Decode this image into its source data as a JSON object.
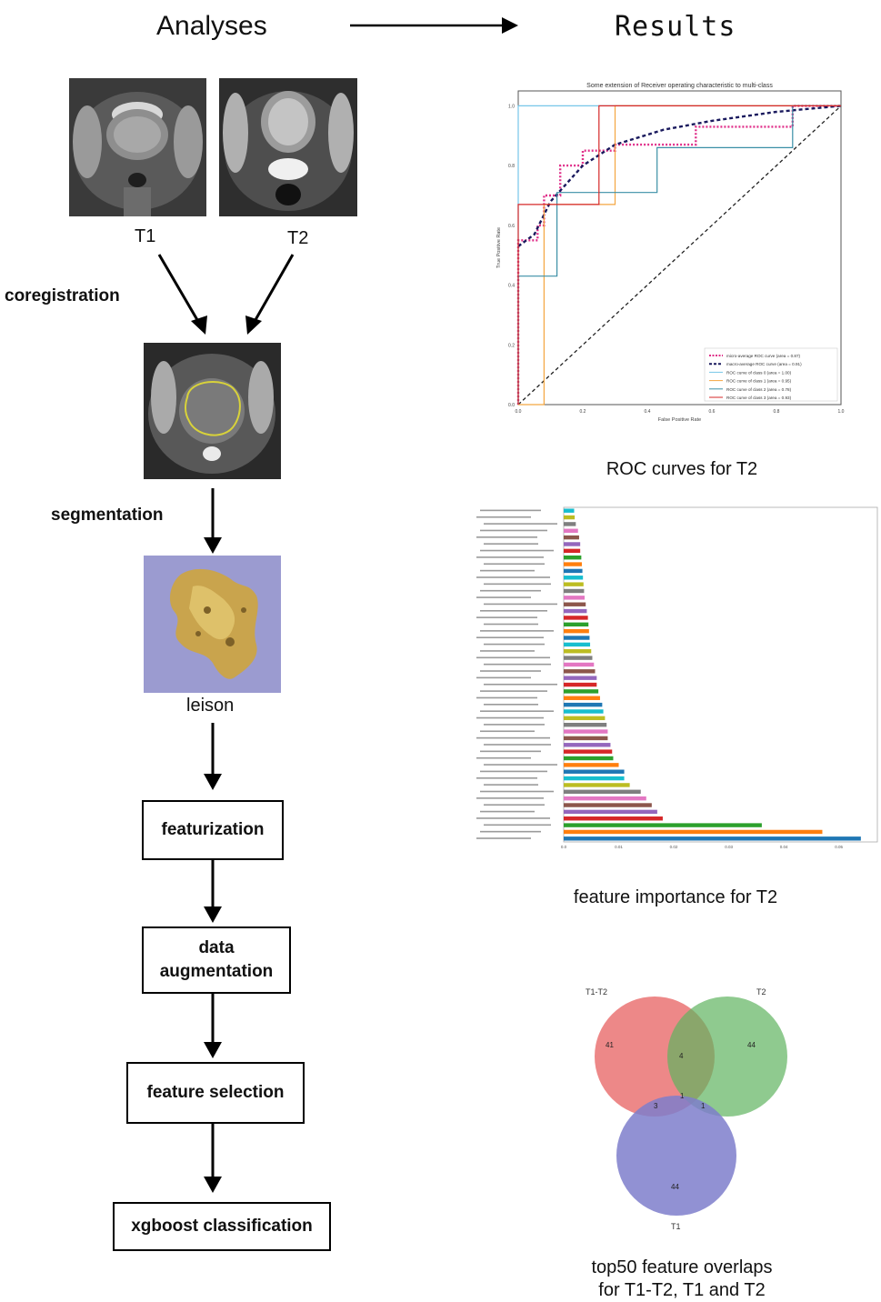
{
  "header": {
    "left": "Analyses",
    "right": "Results"
  },
  "pipeline": {
    "t1_label": "T1",
    "t2_label": "T2",
    "coregistration": "coregistration",
    "segmentation": "segmentation",
    "lesion_label": "leison",
    "featurization": "featurization",
    "augmentation_line1": "data",
    "augmentation_line2": "augmentation",
    "feature_selection": "feature selection",
    "classification": "xgboost classification"
  },
  "captions": {
    "roc": "ROC curves for T2",
    "importance": "feature importance for T2",
    "venn_line1": "top50 feature overlaps",
    "venn_line2": "for T1-T2, T1 and T2"
  },
  "colors": {
    "micro": "#e0308a",
    "macro": "#1a1a5e",
    "class0": "#76c6e8",
    "class1": "#f4a640",
    "class2": "#3a8fa6",
    "class3": "#d62828",
    "venn_t1t2": "#e96a6a",
    "venn_t2": "#5fb35f",
    "venn_t1": "#7e7ecb"
  },
  "chart_data": [
    {
      "type": "line",
      "title": "Some extension of Receiver operating characteristic to multi-class",
      "xlabel": "False Positive Rate",
      "ylabel": "True Positive Rate",
      "xlim": [
        0,
        1.0
      ],
      "ylim": [
        0,
        1.05
      ],
      "xticks": [
        "0.0",
        "0.2",
        "0.4",
        "0.6",
        "0.8",
        "1.0"
      ],
      "yticks": [
        "0.0",
        "0.2",
        "0.4",
        "0.6",
        "0.8",
        "1.0"
      ],
      "legend_position": "lower right",
      "series": [
        {
          "name": "micro-average ROC curve (area = 0.87)",
          "style": "dotted",
          "color": "#e0308a",
          "points": [
            [
              0,
              0
            ],
            [
              0,
              0.55
            ],
            [
              0.06,
              0.55
            ],
            [
              0.06,
              0.6
            ],
            [
              0.08,
              0.6
            ],
            [
              0.08,
              0.7
            ],
            [
              0.13,
              0.7
            ],
            [
              0.13,
              0.8
            ],
            [
              0.2,
              0.8
            ],
            [
              0.2,
              0.85
            ],
            [
              0.3,
              0.85
            ],
            [
              0.3,
              0.87
            ],
            [
              0.55,
              0.87
            ],
            [
              0.55,
              0.93
            ],
            [
              0.85,
              0.93
            ],
            [
              0.85,
              1.0
            ],
            [
              1,
              1
            ]
          ]
        },
        {
          "name": "macro-average ROC curve (area = 0.91)",
          "style": "dashed",
          "color": "#1a1a5e",
          "points": [
            [
              0,
              0.53
            ],
            [
              0.05,
              0.57
            ],
            [
              0.1,
              0.68
            ],
            [
              0.2,
              0.8
            ],
            [
              0.3,
              0.87
            ],
            [
              0.45,
              0.92
            ],
            [
              0.6,
              0.95
            ],
            [
              0.8,
              0.98
            ],
            [
              1,
              1
            ]
          ]
        },
        {
          "name": "ROC curve of class 0 (area = 1.00)",
          "style": "solid",
          "color": "#76c6e8",
          "points": [
            [
              0,
              0
            ],
            [
              0,
              1.0
            ],
            [
              1,
              1.0
            ]
          ]
        },
        {
          "name": "ROC curve of class 1 (area = 0.95)",
          "style": "solid",
          "color": "#f4a640",
          "points": [
            [
              0,
              0
            ],
            [
              0.08,
              0
            ],
            [
              0.08,
              0.67
            ],
            [
              0.3,
              0.67
            ],
            [
              0.3,
              1.0
            ],
            [
              1,
              1.0
            ]
          ]
        },
        {
          "name": "ROC curve of class 2 (area = 0.78)",
          "style": "solid",
          "color": "#3a8fa6",
          "points": [
            [
              0,
              0
            ],
            [
              0,
              0.43
            ],
            [
              0.12,
              0.43
            ],
            [
              0.12,
              0.71
            ],
            [
              0.43,
              0.71
            ],
            [
              0.43,
              0.86
            ],
            [
              0.85,
              0.86
            ],
            [
              0.85,
              1.0
            ],
            [
              1,
              1.0
            ]
          ]
        },
        {
          "name": "ROC curve of class 3 (area = 0.93)",
          "style": "solid",
          "color": "#d62828",
          "points": [
            [
              0,
              0
            ],
            [
              0,
              0.67
            ],
            [
              0.25,
              0.67
            ],
            [
              0.25,
              1.0
            ],
            [
              1,
              1.0
            ]
          ]
        }
      ]
    },
    {
      "type": "bar",
      "orientation": "horizontal",
      "title": "",
      "bar_count": 50,
      "xticks": [
        "0.0",
        "0.01",
        "0.02",
        "0.03",
        "0.04",
        "0.05"
      ],
      "categories": [],
      "values": [
        0.054,
        0.047,
        0.036,
        0.018,
        0.017,
        0.016,
        0.015,
        0.014,
        0.012,
        0.011,
        0.011,
        0.01,
        0.009,
        0.0088,
        0.0085,
        0.008,
        0.008,
        0.0078,
        0.0075,
        0.0072,
        0.007,
        0.0066,
        0.0063,
        0.006,
        0.006,
        0.0057,
        0.0055,
        0.0052,
        0.005,
        0.0048,
        0.0047,
        0.0046,
        0.0045,
        0.0044,
        0.0042,
        0.004,
        0.0038,
        0.0037,
        0.0036,
        0.0035,
        0.0034,
        0.0033,
        0.0032,
        0.003,
        0.003,
        0.0028,
        0.0026,
        0.0022,
        0.002,
        0.0019
      ],
      "palette": [
        "#1f77b4",
        "#ff7f0e",
        "#2ca02c",
        "#d62728",
        "#9467bd",
        "#8c564b",
        "#e377c2",
        "#7f7f7f",
        "#bcbd22",
        "#17becf"
      ]
    },
    {
      "type": "venn",
      "sets": [
        "T1-T2",
        "T2",
        "T1"
      ],
      "regions": {
        "T1-T2": "41",
        "T2": "44",
        "T1": "44",
        "T1-T2&T2": "4",
        "T1-T2&T1": "3",
        "T2&T1": "1",
        "all": "1"
      }
    }
  ]
}
